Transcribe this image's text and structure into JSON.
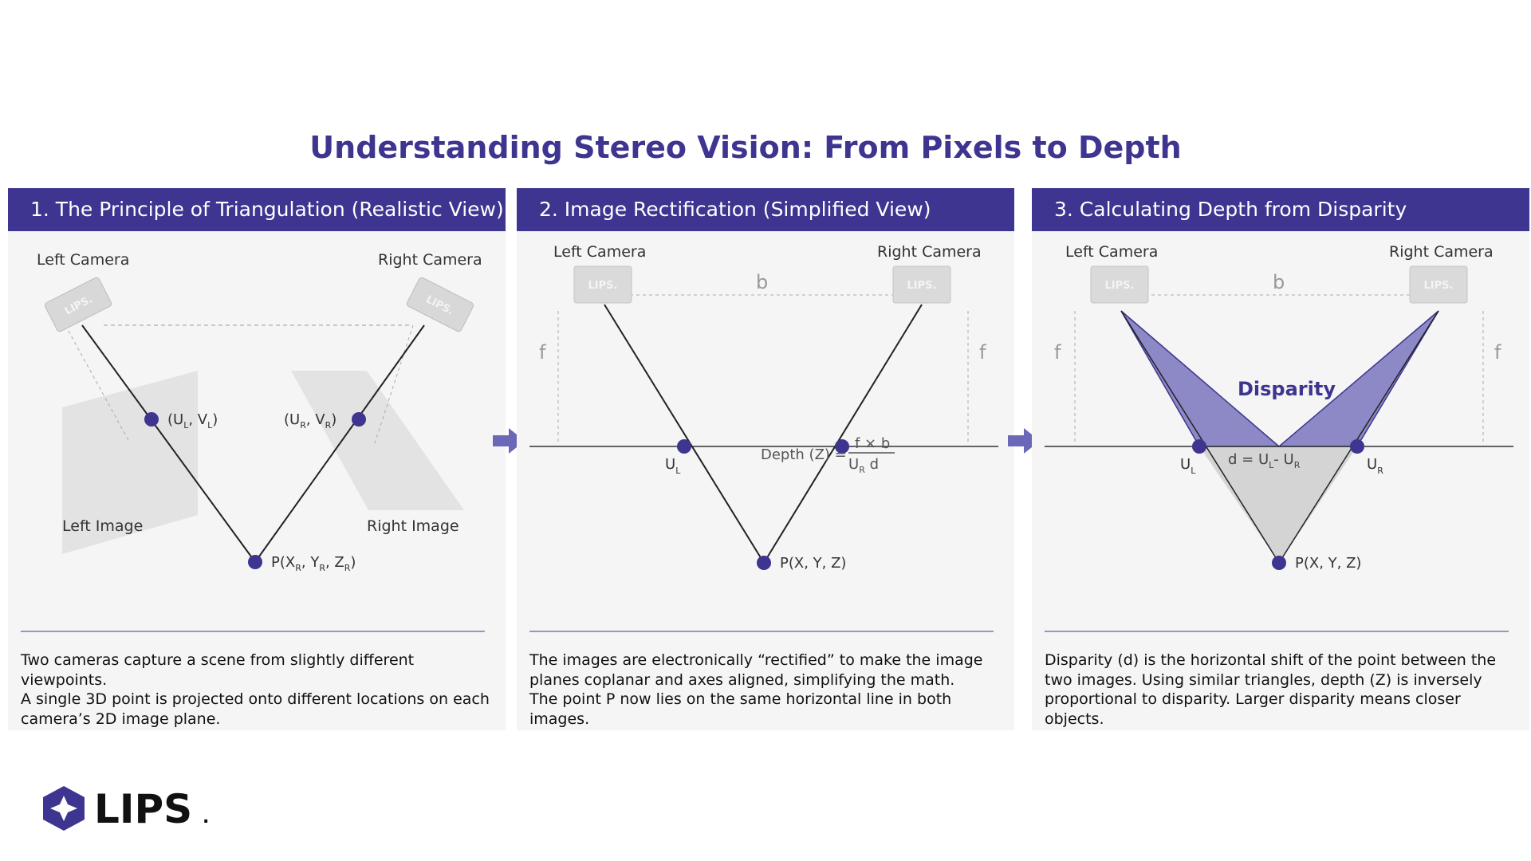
{
  "title": "Understanding Stereo Vision: From Pixels to Depth",
  "colors": {
    "accent": "#3d3590",
    "panel_bg": "#f5f5f5",
    "camera": "#d8d8d8",
    "disparity_fill": "#8d89c6"
  },
  "panels": [
    {
      "header": "1. The Principle of Triangulation (Realistic View)",
      "left_camera": "Left Camera",
      "right_camera": "Right Camera",
      "left_image": "Left Image",
      "right_image": "Right Image",
      "point_left": "(U",
      "point_left_sub1": "L",
      "point_left_mid": ", V",
      "point_left_sub2": "L",
      "point_left_end": ")",
      "point_right": "(U",
      "point_right_sub1": "R",
      "point_right_mid": ", V",
      "point_right_sub2": "R",
      "point_right_end": ")",
      "point_p": "P(X",
      "point_p_sub1": "R",
      "point_p_mid1": ", Y",
      "point_p_sub2": "R",
      "point_p_mid2": ", Z",
      "point_p_sub3": "R",
      "point_p_end": ")",
      "description": "Two cameras capture a scene from slightly different viewpoints.\nA single 3D point is projected onto different locations on each camera’s 2D image plane."
    },
    {
      "header": "2. Image Rectification (Simplified View)",
      "left_camera": "Left Camera",
      "right_camera": "Right Camera",
      "baseline": "b",
      "focal_left": "f",
      "focal_right": "f",
      "ul": "U",
      "ul_sub": "L",
      "depth_label": "Depth (Z) =",
      "depth_num": "f × b",
      "depth_den": "U",
      "depth_den_sub": "R",
      "depth_den_end": " d",
      "point_p": "P(X, Y, Z)",
      "description": "The images are electronically “rectified” to make the image planes coplanar and axes aligned, simplifying the math.\nThe point P now lies on the same horizontal line in both images."
    },
    {
      "header": "3. Calculating Depth from Disparity",
      "left_camera": "Left Camera",
      "right_camera": "Right Camera",
      "baseline": "b",
      "focal_left": "f",
      "focal_right": "f",
      "disparity": "Disparity",
      "ul": "U",
      "ul_sub": "L",
      "ur": "U",
      "ur_sub": "R",
      "formula_start": "d = U",
      "formula_sub1": "L",
      "formula_mid": "- U",
      "formula_sub2": "R",
      "point_p": "P(X, Y, Z)",
      "description": "Disparity (d) is the horizontal shift of the point between the two images. Using similar triangles, depth (Z) is inversely proportional to disparity. Larger disparity means closer objects."
    }
  ],
  "camera_brand": "LIPS.",
  "logo_text": "LIPS",
  "logo_mark": "."
}
